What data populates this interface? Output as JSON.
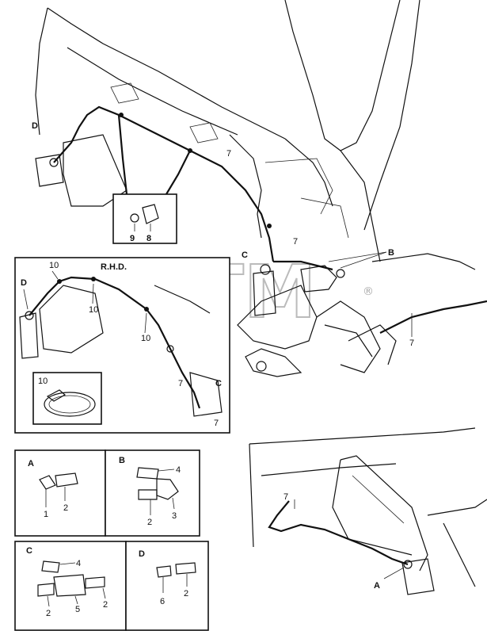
{
  "main_view": {
    "labels": {
      "D": "D",
      "C": "C",
      "B": "B",
      "A": "A"
    },
    "callouts": {
      "c7a": "7",
      "c7b": "7",
      "c7c": "7",
      "c7d": "7",
      "c8": "8",
      "c9": "9"
    }
  },
  "rhd_inset": {
    "title": "R.H.D.",
    "labels": {
      "D": "D",
      "C": "C"
    },
    "callouts": {
      "c10a": "10",
      "c10b": "10",
      "c10c": "10",
      "c10d": "10",
      "c7a": "7",
      "c7b": "7"
    }
  },
  "detail_a": {
    "label": "A",
    "callouts": {
      "p1": "1",
      "p2": "2"
    }
  },
  "detail_b": {
    "label": "B",
    "callouts": {
      "p4": "4",
      "p2": "2",
      "p3": "3"
    }
  },
  "detail_c": {
    "label": "C",
    "callouts": {
      "p4": "4",
      "p2a": "2",
      "p5": "5",
      "p2b": "2"
    }
  },
  "detail_d": {
    "label": "D",
    "callouts": {
      "p6": "6",
      "p2": "2"
    }
  },
  "watermark": {
    "text": "BTM",
    "registered": "®"
  }
}
